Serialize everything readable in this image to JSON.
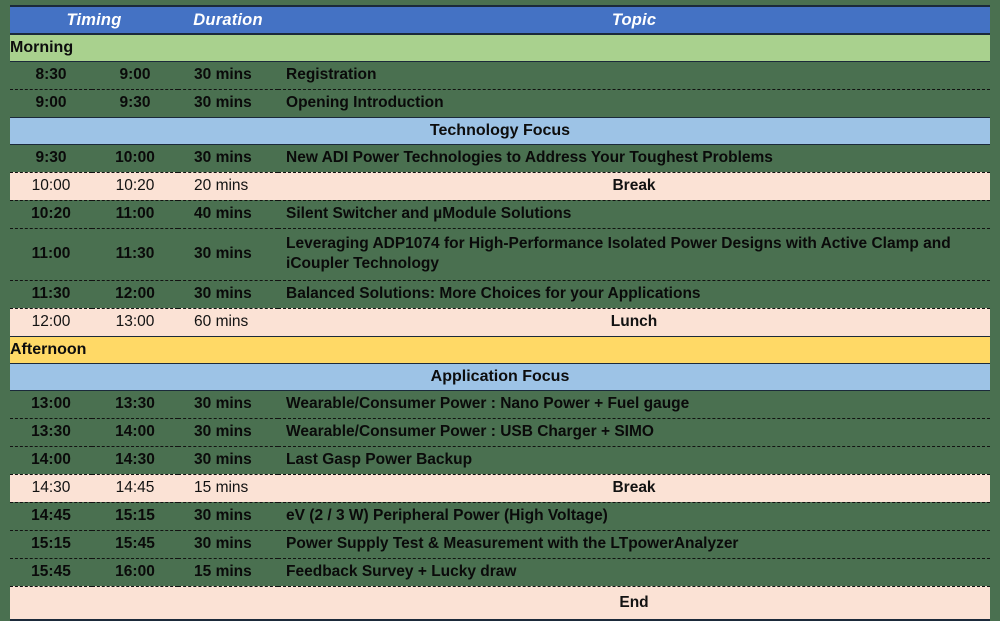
{
  "table": {
    "columns": {
      "blank": "",
      "timing": "Timing",
      "duration": "Duration",
      "topic": "Topic"
    },
    "colors": {
      "header_blue": "#4472C4",
      "morning_green": "#A9D18E",
      "afternoon_yellow": "#FFD966",
      "focus_blue": "#9DC3E6",
      "session_green": "#4A7050",
      "pause_peach": "#FBE2D5",
      "page_background": "#4A7050",
      "text_dark": "#0D0D0D",
      "text_light": "#FFFFFF"
    },
    "rows": [
      {
        "kind": "band",
        "style": "green",
        "label": "Morning"
      },
      {
        "kind": "item",
        "style": "session",
        "start": "8:30",
        "end": "9:00",
        "duration": "30 mins",
        "topic": "Registration",
        "align": "left"
      },
      {
        "kind": "item",
        "style": "session",
        "start": "9:00",
        "end": "9:30",
        "duration": "30 mins",
        "topic": "Opening Introduction",
        "align": "left"
      },
      {
        "kind": "band",
        "style": "blue",
        "label": "Technology Focus"
      },
      {
        "kind": "item",
        "style": "session",
        "start": "9:30",
        "end": "10:00",
        "duration": "30 mins",
        "topic": "New ADI Power Technologies to Address Your Toughest Problems",
        "align": "left"
      },
      {
        "kind": "item",
        "style": "pause",
        "start": "10:00",
        "end": "10:20",
        "duration": "20 mins",
        "topic": "Break",
        "align": "center"
      },
      {
        "kind": "item",
        "style": "session",
        "start": "10:20",
        "end": "11:00",
        "duration": "40 mins",
        "topic": "Silent Switcher and µModule Solutions",
        "align": "left"
      },
      {
        "kind": "item",
        "style": "session",
        "start": "11:00",
        "end": "11:30",
        "duration": "30 mins",
        "topic": "Leveraging ADP1074 for High-Performance Isolated Power Designs with Active Clamp and iCoupler Technology",
        "align": "left",
        "tall": true
      },
      {
        "kind": "item",
        "style": "session",
        "start": "11:30",
        "end": "12:00",
        "duration": "30 mins",
        "topic": "Balanced Solutions: More Choices for your Applications",
        "align": "left"
      },
      {
        "kind": "item",
        "style": "pause",
        "start": "12:00",
        "end": "13:00",
        "duration": "60 mins",
        "topic": "Lunch",
        "align": "center"
      },
      {
        "kind": "band",
        "style": "yellow",
        "label": "Afternoon"
      },
      {
        "kind": "band",
        "style": "blue",
        "label": "Application Focus"
      },
      {
        "kind": "item",
        "style": "session",
        "start": "13:00",
        "end": "13:30",
        "duration": "30 mins",
        "topic": "Wearable/Consumer Power : Nano Power + Fuel gauge",
        "align": "left"
      },
      {
        "kind": "item",
        "style": "session",
        "start": "13:30",
        "end": "14:00",
        "duration": "30 mins",
        "topic": "Wearable/Consumer Power : USB Charger + SIMO",
        "align": "left"
      },
      {
        "kind": "item",
        "style": "session",
        "start": "14:00",
        "end": "14:30",
        "duration": "30 mins",
        "topic": "Last Gasp Power Backup",
        "align": "left"
      },
      {
        "kind": "item",
        "style": "pause",
        "start": "14:30",
        "end": "14:45",
        "duration": "15 mins",
        "topic": "Break",
        "align": "center"
      },
      {
        "kind": "item",
        "style": "session",
        "start": "14:45",
        "end": "15:15",
        "duration": "30 mins",
        "topic": "eV (2 / 3 W) Peripheral Power (High Voltage)",
        "align": "left"
      },
      {
        "kind": "item",
        "style": "session",
        "start": "15:15",
        "end": "15:45",
        "duration": "30 mins",
        "topic": "Power Supply Test & Measurement with the LTpowerAnalyzer",
        "align": "left"
      },
      {
        "kind": "item",
        "style": "session",
        "start": "15:45",
        "end": "16:00",
        "duration": "15 mins",
        "topic": "Feedback Survey + Lucky draw",
        "align": "left"
      },
      {
        "kind": "end",
        "style": "pause",
        "start": "",
        "end": "",
        "duration": "",
        "topic": "End",
        "align": "center"
      }
    ]
  }
}
